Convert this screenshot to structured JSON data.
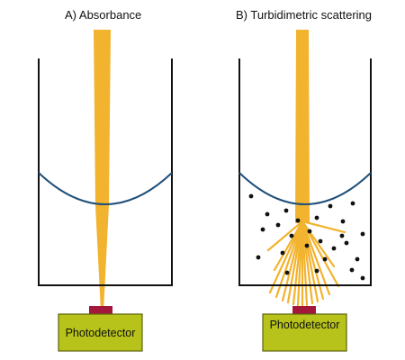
{
  "panels": [
    {
      "title": "A) Absorbance",
      "detector_label": "Photodetector"
    },
    {
      "title": "B) Turbidimetric scattering",
      "detector_label": "Photodetector"
    }
  ],
  "colors": {
    "beam": "#f2b32e",
    "meniscus": "#1f4f7a",
    "cuvette": "#111111",
    "detector_body": "#b7c31a",
    "detector_border": "#5d6410",
    "detector_window": "#a3173a",
    "particle": "#111111"
  }
}
